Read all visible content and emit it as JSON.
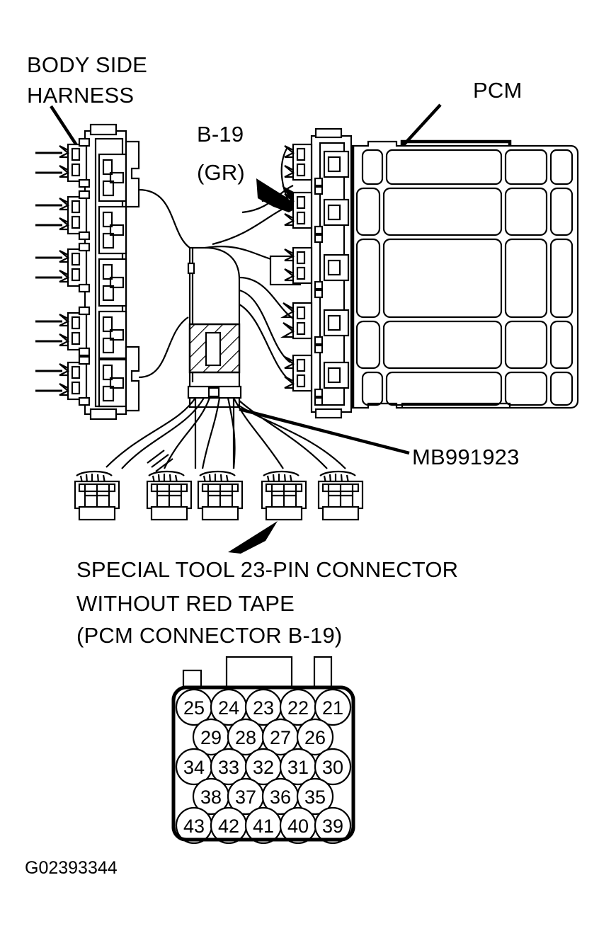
{
  "diagram": {
    "type": "automotive-wiring-connector-diagram",
    "figure_id": "G02393344",
    "background_color": "#ffffff",
    "line_color": "#000000"
  },
  "labels": {
    "body_side_harness_line1": "BODY SIDE",
    "body_side_harness_line2": "HARNESS",
    "connector_code": "B-19",
    "connector_color_code": "(GR)",
    "pcm": "PCM",
    "special_tool_part_number": "MB991923",
    "caption_line1": "SPECIAL TOOL 23-PIN CONNECTOR",
    "caption_line2": "WITHOUT RED TAPE",
    "caption_line3": "(PCM CONNECTOR B-19)",
    "figure_number": "G02393344"
  },
  "connector_pinout": {
    "name": "PCM CONNECTOR B-19",
    "total_pins_shown": 23,
    "rows": [
      {
        "offset": 0,
        "pins": [
          "25",
          "24",
          "23",
          "22",
          "21"
        ]
      },
      {
        "offset": 1,
        "pins": [
          "29",
          "28",
          "27",
          "26"
        ]
      },
      {
        "offset": 0,
        "pins": [
          "34",
          "33",
          "32",
          "31",
          "30"
        ]
      },
      {
        "offset": 1,
        "pins": [
          "38",
          "37",
          "36",
          "35"
        ]
      },
      {
        "offset": 0,
        "pins": [
          "43",
          "42",
          "41",
          "40",
          "39"
        ]
      }
    ],
    "tabs": [
      {
        "name": "small-left-tab"
      },
      {
        "name": "wide-center-tab"
      },
      {
        "name": "narrow-right-tab"
      }
    ]
  },
  "parts": {
    "body_side_connector_blocks": 5,
    "pcm_connector_blocks": 5,
    "special_tool_branch_connectors": 5
  }
}
